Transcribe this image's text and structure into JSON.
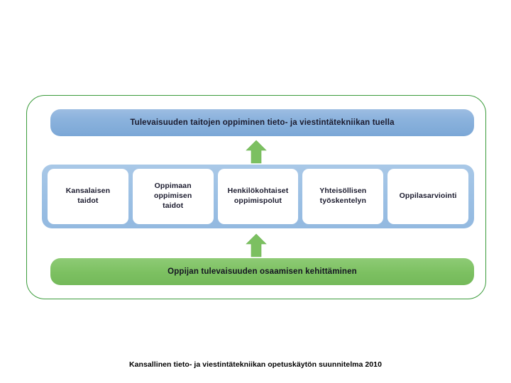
{
  "diagram": {
    "frame": {
      "border_color": "#3a9b3a",
      "background": "#ffffff"
    },
    "top_banner": {
      "text": "Tulevaisuuden taitojen oppiminen tieto- ja viestintätekniikan tuella",
      "color": "#8cb3dd"
    },
    "arrows": [
      {
        "name": "upper-arrow",
        "direction": "up",
        "color": "#7cc061"
      },
      {
        "name": "lower-arrow",
        "direction": "up",
        "color": "#7cc061"
      }
    ],
    "skills": {
      "container_color": "#9cc0e4",
      "boxes": [
        {
          "label": "Kansalaisen\ntaidot"
        },
        {
          "label": "Oppimaan\noppimisen\ntaidot"
        },
        {
          "label": "Henkilökohtaiset\noppimispolut"
        },
        {
          "label": "Yhteisöllisen\ntyöskentelyn"
        },
        {
          "label": "Oppilasarviointi"
        }
      ]
    },
    "bottom_banner": {
      "text": "Oppijan tulevaisuuden osaamisen kehittäminen",
      "color": "#7cc061"
    }
  },
  "caption": {
    "text": "Kansallinen tieto- ja viestintätekniikan opetuskäytön suunnitelma 2010"
  }
}
